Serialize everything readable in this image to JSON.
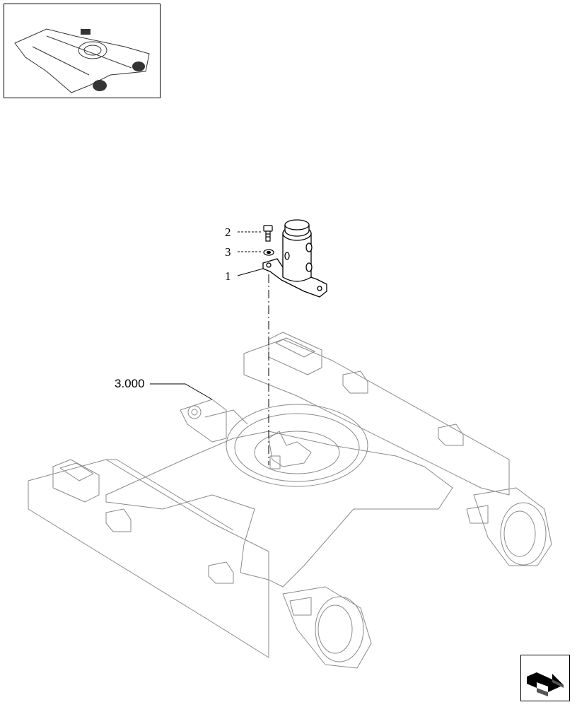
{
  "diagram": {
    "callouts": [
      {
        "id": "c2",
        "label": "2"
      },
      {
        "id": "c3",
        "label": "3"
      },
      {
        "id": "c1",
        "label": "1"
      },
      {
        "id": "c3000",
        "label": "3.000"
      }
    ],
    "parts": [
      {
        "id": "bolt",
        "icon": "bolt-icon"
      },
      {
        "id": "washer",
        "icon": "washer-icon"
      },
      {
        "id": "swivel-bracket",
        "icon": "rotary-joint-icon"
      },
      {
        "id": "undercarriage-frame",
        "icon": "track-frame-icon"
      }
    ]
  },
  "navigation": {
    "next_icon": "next-page-arrow-icon"
  },
  "colors": {
    "line": "#000000",
    "ghost_line": "#8a8a8a",
    "background": "#ffffff"
  }
}
